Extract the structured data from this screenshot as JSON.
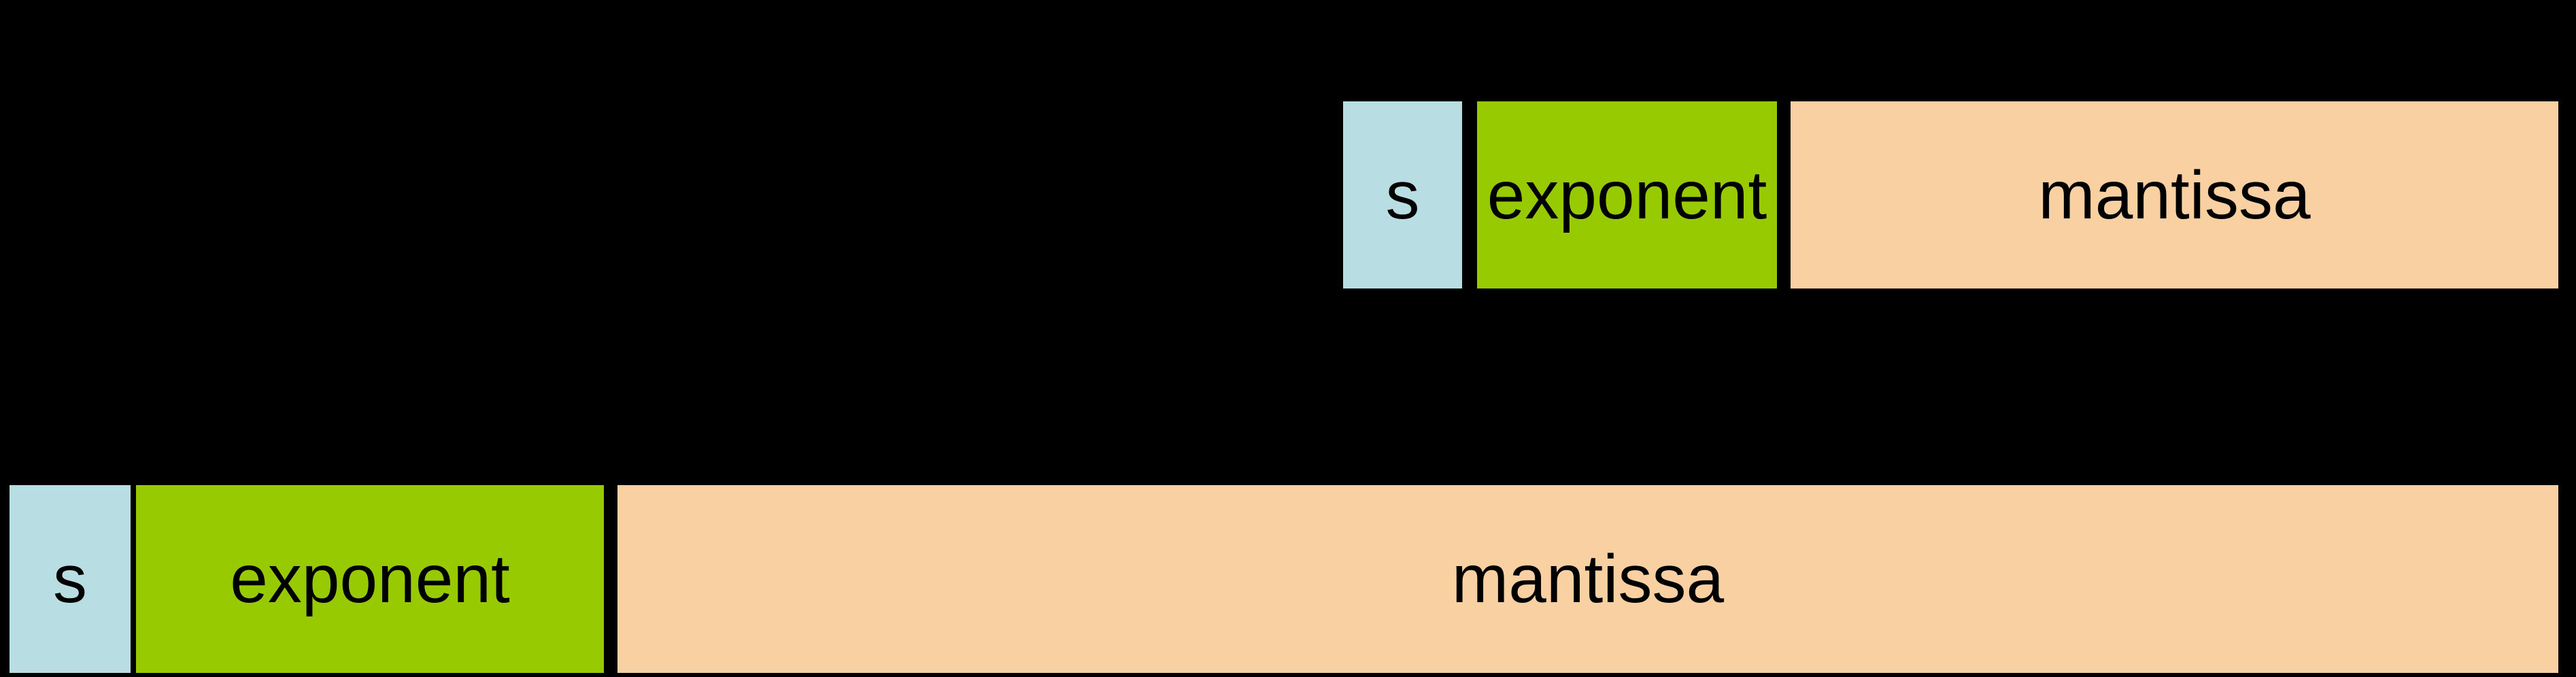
{
  "colors": {
    "background": "#000000",
    "sign": "#b8dde3",
    "exponent": "#97ca00",
    "mantissa": "#f8d0a2",
    "text": "#000000"
  },
  "top_format": {
    "sign_label": "s",
    "exponent_label": "exponent",
    "mantissa_label": "mantissa"
  },
  "bottom_format": {
    "sign_label": "s",
    "exponent_label": "exponent",
    "mantissa_label": "mantissa"
  }
}
